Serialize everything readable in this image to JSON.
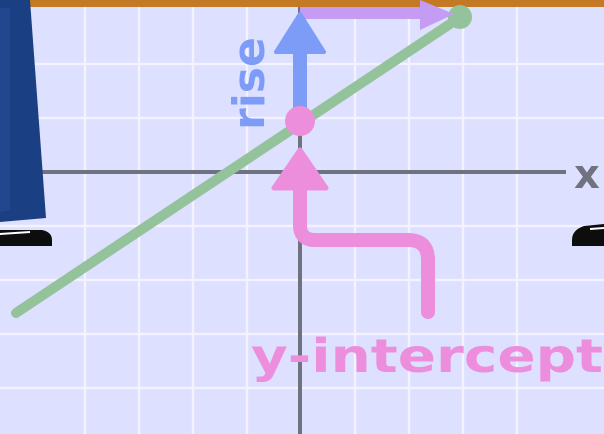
{
  "diagram": {
    "axis_x_label": "x",
    "rise_label": "rise",
    "y_intercept_label": "y-intercept"
  },
  "colors": {
    "background": "#dde0ff",
    "grid": "#f4f2ff",
    "axis": "#70727f",
    "line": "#94c29a",
    "rise_arrow": "#7c9cf8",
    "run_arrow": "#c49cf4",
    "intercept": "#ec8edc",
    "top_bar": "#c47a25",
    "sleeve": "#1a3f82"
  },
  "icons": [
    "rise-arrow-icon",
    "run-arrow-icon",
    "intercept-pointer-arrow-icon",
    "intercept-point-icon"
  ]
}
